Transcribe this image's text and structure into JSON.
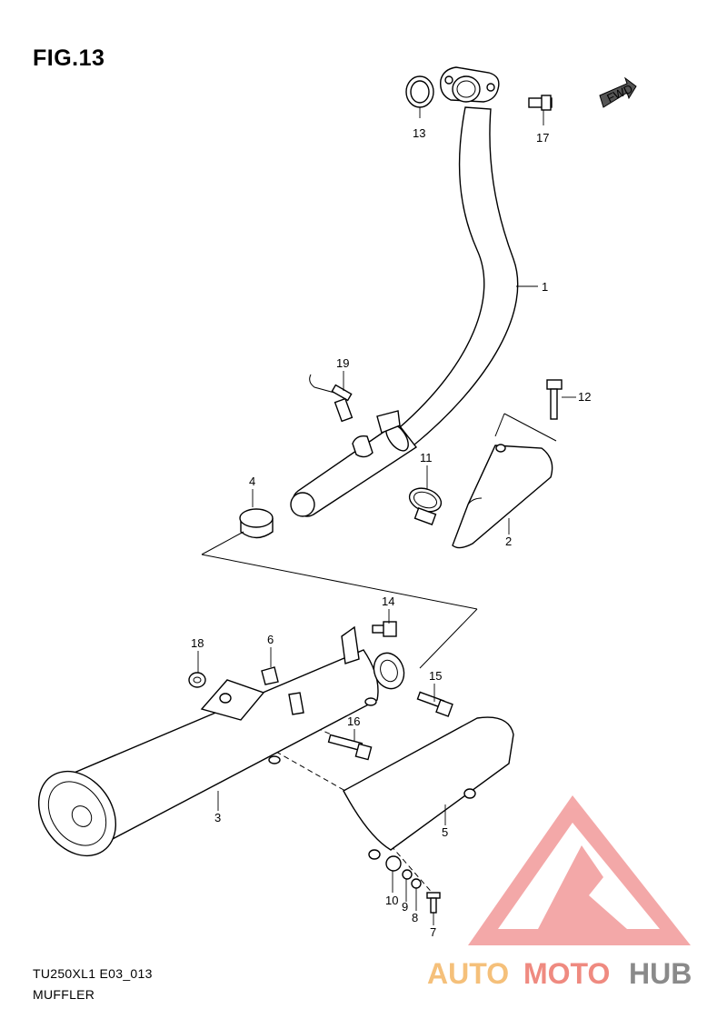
{
  "header": {
    "title": "FIG.13"
  },
  "footer": {
    "model_code": "TU250XL1 E03_013",
    "diagram_name": "MUFFLER"
  },
  "fwd_badge": {
    "label": "FWD"
  },
  "callouts": [
    "1",
    "2",
    "3",
    "4",
    "5",
    "6",
    "7",
    "8",
    "9",
    "10",
    "11",
    "12",
    "13",
    "14",
    "15",
    "16",
    "17",
    "18",
    "19"
  ],
  "watermark": {
    "part1": "AUTO",
    "part2": "MOTO",
    "part3": "HUB",
    "colors": {
      "logo": "#f29a9a",
      "auto": "#f5c07a",
      "moto": "#ef8a80",
      "hub": "#8a8a8a"
    }
  }
}
